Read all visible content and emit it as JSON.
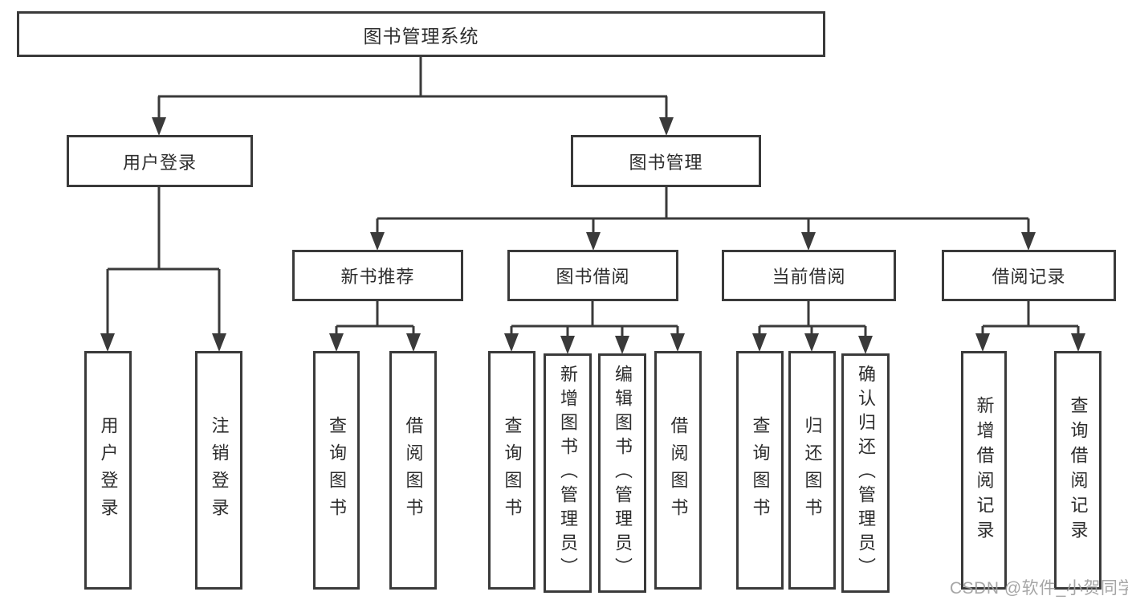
{
  "tree": {
    "root": "图书管理系统",
    "branches": [
      {
        "label": "用户登录",
        "children": [
          "用户登录",
          "注销登录"
        ]
      },
      {
        "label": "图书管理",
        "children": [
          {
            "label": "新书推荐",
            "children": [
              "查询图书",
              "借阅图书"
            ]
          },
          {
            "label": "图书借阅",
            "children": [
              "查询图书",
              "新增图书（管理员）",
              "编辑图书（管理员）",
              "借阅图书"
            ]
          },
          {
            "label": "当前借阅",
            "children": [
              "查询图书",
              "归还图书",
              "确认归还（管理员）"
            ]
          },
          {
            "label": "借阅记录",
            "children": [
              "新增借阅记录",
              "查询借阅记录"
            ]
          }
        ]
      }
    ]
  },
  "watermark": "CSDN @软件_小贺同学",
  "colors": {
    "line": "#3a3a3a",
    "text": "#2d2d2d",
    "box_background": "#ffffff",
    "watermark": "#9f9f9f"
  }
}
